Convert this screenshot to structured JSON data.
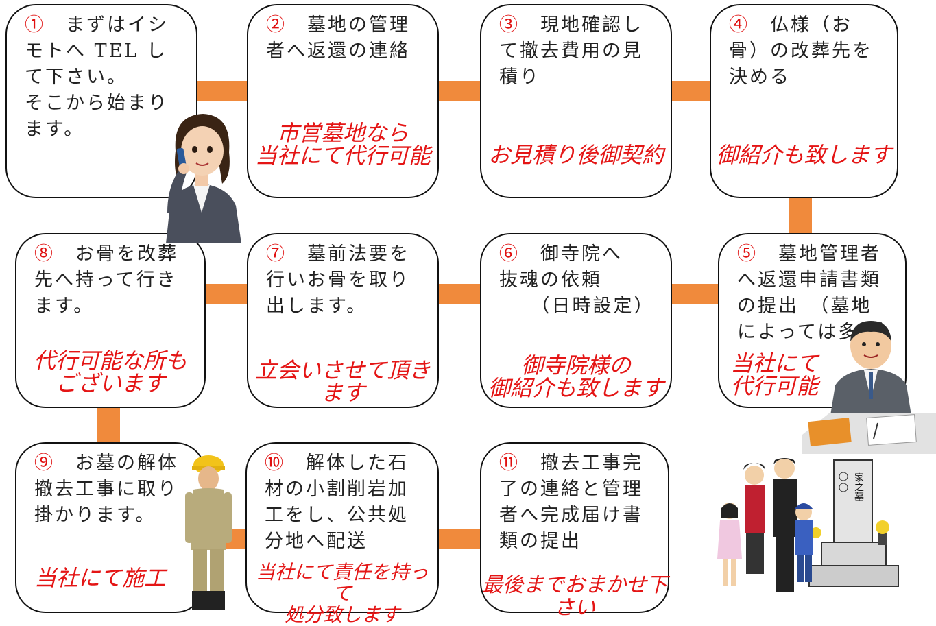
{
  "steps": [
    {
      "num": "①",
      "text": "　まずはイシモトへ TEL して下さい。\nそこから始まります。",
      "note": ""
    },
    {
      "num": "②",
      "text": "　墓地の管理者へ返還の連絡",
      "note": "市営墓地なら\n当社にて代行可能"
    },
    {
      "num": "③",
      "text": "　現地確認して撤去費用の見積り",
      "note": "お見積り後御契約"
    },
    {
      "num": "④",
      "text": "　仏様（お骨）の改葬先を決める",
      "note": "御紹介も致します"
    },
    {
      "num": "⑤",
      "text": "　墓地管理者へ返還申請書類の提出　（墓地によっては多数）",
      "note": "当社にて\n代行可能"
    },
    {
      "num": "⑥",
      "text": "　御寺院へ\n抜魂の依頼\n　　（日時設定）",
      "note": "御寺院様の\n御紹介も致します"
    },
    {
      "num": "⑦",
      "text": "　墓前法要を行いお骨を取り出します。",
      "note": "立会いさせて頂きます"
    },
    {
      "num": "⑧",
      "text": "　お骨を改葬先へ持って行きます。",
      "note": "代行可能な所も\nございます"
    },
    {
      "num": "⑨",
      "text": "　お墓の解体撤去工事に取り掛かります。",
      "note": "当社にて施工"
    },
    {
      "num": "⑩",
      "text": "　解体した石材の小割削岩加工をし、公共処分地へ配送",
      "note": "当社にて責任を持って\n処分致します"
    },
    {
      "num": "⑪",
      "text": "　撤去工事完了の連絡と管理者へ完成届け書類の提出",
      "note": "最後までおまかせ下さい"
    }
  ],
  "colors": {
    "connector": "#f08a3c",
    "note": "#e41515",
    "border": "#111111"
  },
  "illustrations": [
    "woman-on-phone",
    "businessman-at-desk",
    "construction-worker",
    "family-at-grave"
  ],
  "grave_inscription": "家之墓"
}
